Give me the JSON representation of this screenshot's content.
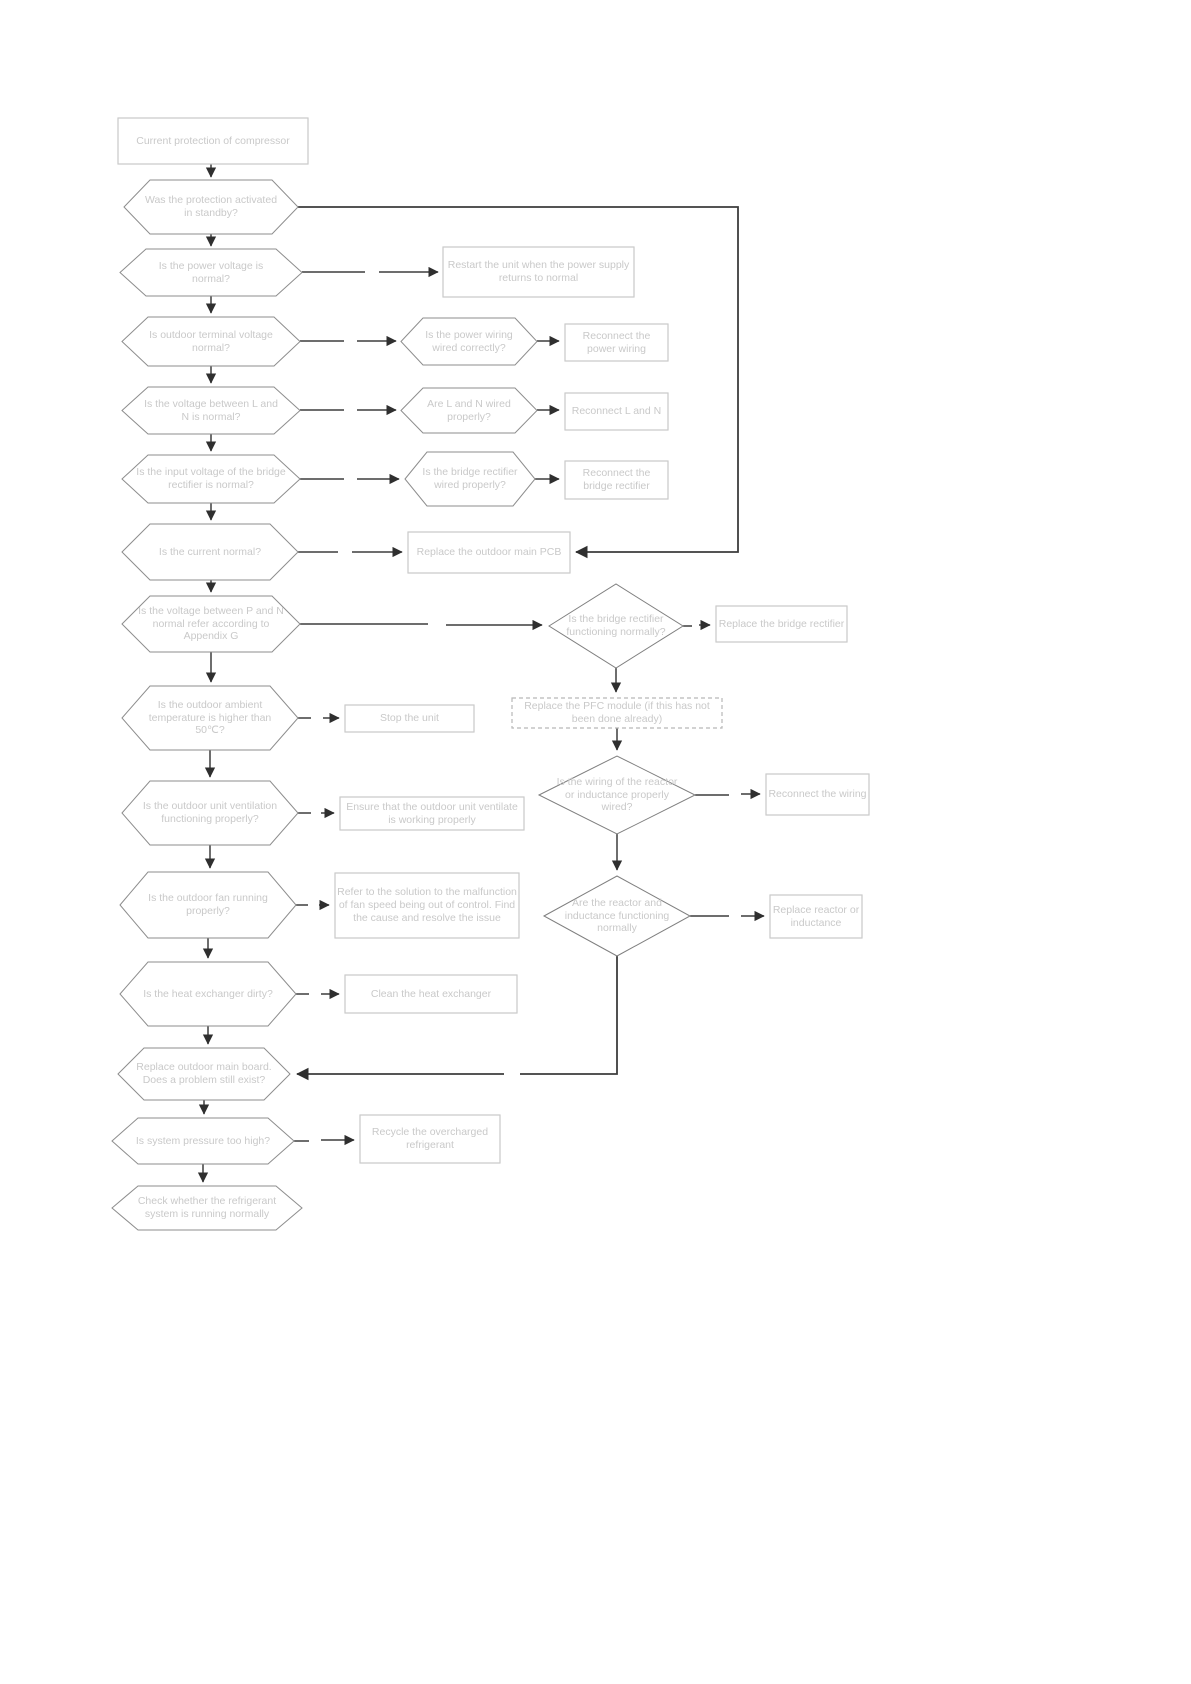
{
  "title": "Current protection of compressor troubleshooting flowchart",
  "colors": {
    "background": "#ffffff",
    "hex_border": "#8d8d8d",
    "diamond_border": "#7f7f7f",
    "rect_border": "#c9c9c9",
    "dashed_border": "#b8b8b8",
    "arrow": "#3d3d3d",
    "text": "#c9c9c9"
  },
  "nodes": {
    "start": {
      "label": "Current protection of compressor"
    },
    "q_standby": {
      "label": "Was the protection activated in standby?"
    },
    "q_power": {
      "label": "Is the power voltage is normal?"
    },
    "a_restart": {
      "label": "Restart the unit when the power supply returns to normal"
    },
    "q_terminal": {
      "label": "Is outdoor terminal voltage normal?"
    },
    "q_powerwire": {
      "label": "Is the power wiring wired correctly?"
    },
    "a_reconnect_power": {
      "label": "Reconnect the power wiring"
    },
    "q_ln": {
      "label": "Is the voltage between L and N is normal?"
    },
    "q_lnwire": {
      "label": "Are L and N wired properly?"
    },
    "a_reconnect_ln": {
      "label": "Reconnect L and N"
    },
    "q_bridgein": {
      "label": "Is the input voltage of the bridge rectifier is normal?"
    },
    "q_bridgewire": {
      "label": "Is the bridge rectifier wired properly?"
    },
    "a_reconnect_bridge": {
      "label": "Reconnect the bridge rectifier"
    },
    "q_current": {
      "label": "Is the current normal?"
    },
    "a_replace_pcb": {
      "label": "Replace the outdoor main PCB"
    },
    "q_pn": {
      "label": "Is the voltage between P and N normal refer according to Appendix G"
    },
    "d_bridge": {
      "label": "Is the bridge rectifier functioning normally?"
    },
    "a_replace_bridge": {
      "label": "Replace the bridge rectifier"
    },
    "a_pfc": {
      "label": "Replace the PFC module (if this has not been done already)"
    },
    "q_ambient": {
      "label": "Is the outdoor ambient temperature is higher than 50℃?"
    },
    "a_stop": {
      "label": "Stop the unit"
    },
    "q_vent": {
      "label": "Is the outdoor unit ventilation functioning properly?"
    },
    "a_ensure": {
      "label": "Ensure that the outdoor unit ventilate is working properly"
    },
    "d_reactor_wiring": {
      "label": "Is the wiring of the reactor or inductance properly wired?"
    },
    "a_reconnect_wiring": {
      "label": "Reconnect the wiring"
    },
    "q_fan": {
      "label": "Is the outdoor fan running properly?"
    },
    "a_refer": {
      "label": "Refer to the solution to the malfunction of fan speed being out of control. Find the cause and resolve the issue"
    },
    "d_reactor_func": {
      "label": "Are the reactor and inductance functioning normally"
    },
    "a_replace_reactor": {
      "label": "Replace reactor or inductance"
    },
    "q_heat": {
      "label": "Is the heat exchanger dirty?"
    },
    "a_clean": {
      "label": "Clean the heat exchanger"
    },
    "q_replace_board": {
      "label": "Replace outdoor main board. Does a problem still exist?"
    },
    "q_pressure": {
      "label": "Is system pressure too high?"
    },
    "a_recycle": {
      "label": "Recycle the overcharged refrigerant"
    },
    "q_check": {
      "label": "Check whether the refrigerant system is running normally"
    }
  }
}
